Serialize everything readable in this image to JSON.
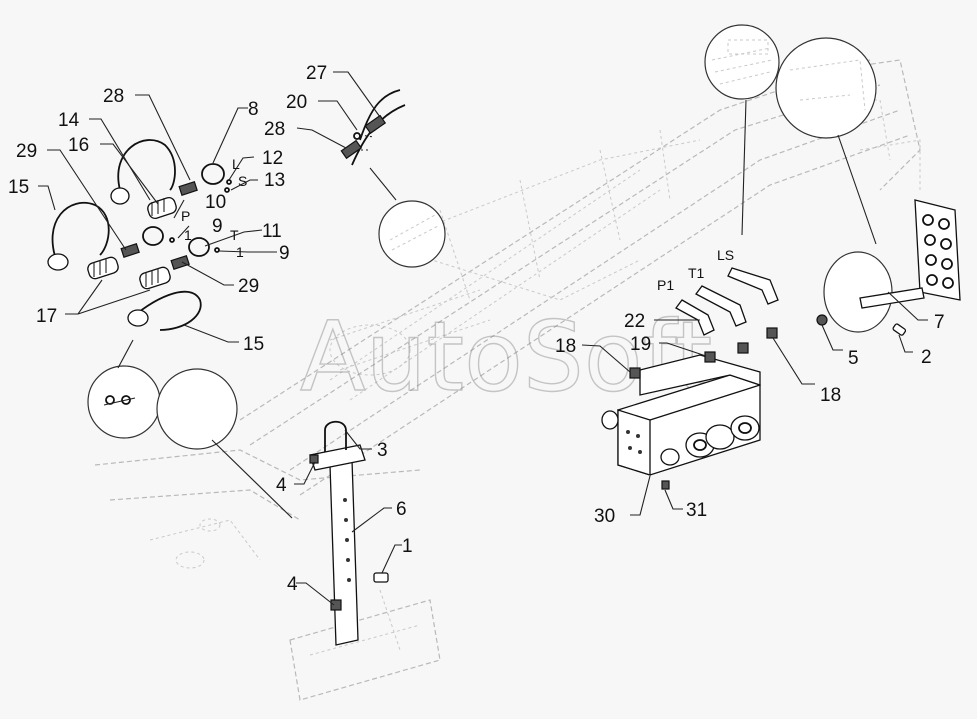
{
  "watermark": "AutoSoft",
  "callouts": {
    "c27": "27",
    "c20": "20",
    "c28a": "28",
    "c28b": "28",
    "c8": "8",
    "c14": "14",
    "c16": "16",
    "c29a": "29",
    "c29b": "29",
    "c15a": "15",
    "c15b": "15",
    "c12": "12",
    "c13": "13",
    "c10": "10",
    "c9a": "9",
    "c9b": "9",
    "c11": "11",
    "c17": "17",
    "c3": "3",
    "c4a": "4",
    "c4b": "4",
    "c6": "6",
    "c1": "1",
    "c22": "22",
    "c19": "19",
    "c18a": "18",
    "c18b": "18",
    "c30": "30",
    "c31": "31",
    "c5": "5",
    "c2": "2",
    "c7": "7"
  },
  "port_labels": {
    "L": "L",
    "S": "S",
    "P": "P",
    "one_a": "1",
    "T": "T",
    "one_b": "1",
    "LS": "LS",
    "P1": "P1",
    "T1": "T1"
  }
}
